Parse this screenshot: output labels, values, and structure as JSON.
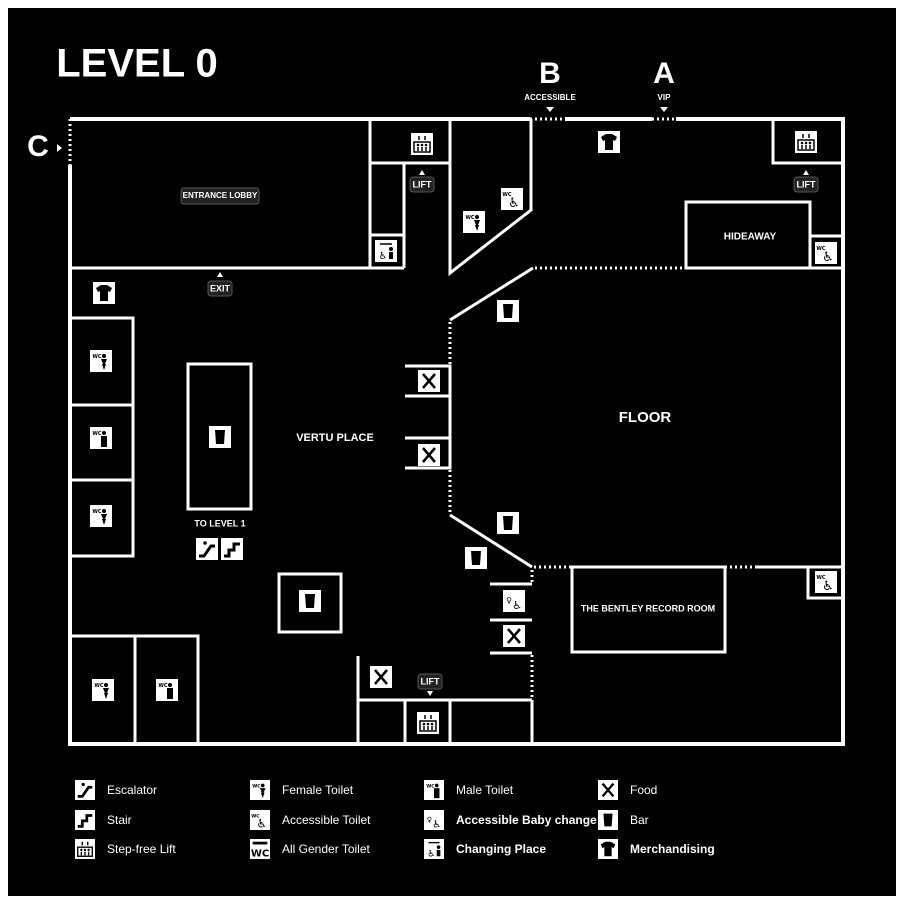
{
  "title": "LEVEL 0",
  "entrances": {
    "b": {
      "letter": "B",
      "label": "ACCESSIBLE"
    },
    "a": {
      "letter": "A",
      "label": "VIP"
    },
    "c": {
      "letter": "C"
    }
  },
  "areas": {
    "entrance_lobby": "ENTRANCE LOBBY",
    "hideaway": "HIDEAWAY",
    "floor": "FLOOR",
    "vertu_place": "VERTU PLACE",
    "bentley": "THE BENTLEY RECORD ROOM",
    "to_level_1": "TO LEVEL 1"
  },
  "signs": {
    "lift": "LIFT",
    "exit": "EXIT"
  },
  "icon_text": {
    "wc": "WC"
  },
  "legend": [
    {
      "icon": "escalator",
      "label": "Escalator"
    },
    {
      "icon": "stair",
      "label": "Stair"
    },
    {
      "icon": "lift",
      "label": "Step-free Lift"
    },
    {
      "icon": "female-toilet",
      "label": "Female Toilet"
    },
    {
      "icon": "accessible-toilet",
      "label": "Accessible Toilet"
    },
    {
      "icon": "all-gender-toilet",
      "label": "All Gender Toilet"
    },
    {
      "icon": "male-toilet",
      "label": "Male Toilet"
    },
    {
      "icon": "baby-change",
      "label": "Accessible Baby change"
    },
    {
      "icon": "changing-place",
      "label": "Changing Place"
    },
    {
      "icon": "food",
      "label": "Food"
    },
    {
      "icon": "bar",
      "label": "Bar"
    },
    {
      "icon": "merch",
      "label": "Merchandising"
    }
  ],
  "colors": {
    "background": "#000000",
    "foreground": "#ffffff"
  }
}
